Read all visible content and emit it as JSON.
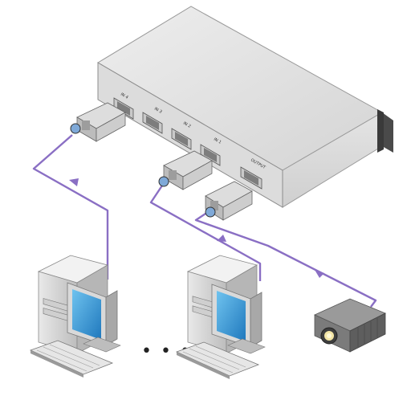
{
  "switcher": {
    "ports": {
      "in4": "IN 4",
      "in3": "IN 3",
      "in2": "IN 2",
      "in1": "IN 1",
      "output": "OUTPUT"
    }
  },
  "cable_color": "#8a6fc4",
  "ellipsis": "• • •",
  "icons": [
    "vga-connector-icon",
    "computer-tower-icon",
    "monitor-icon",
    "keyboard-icon",
    "projector-icon"
  ]
}
